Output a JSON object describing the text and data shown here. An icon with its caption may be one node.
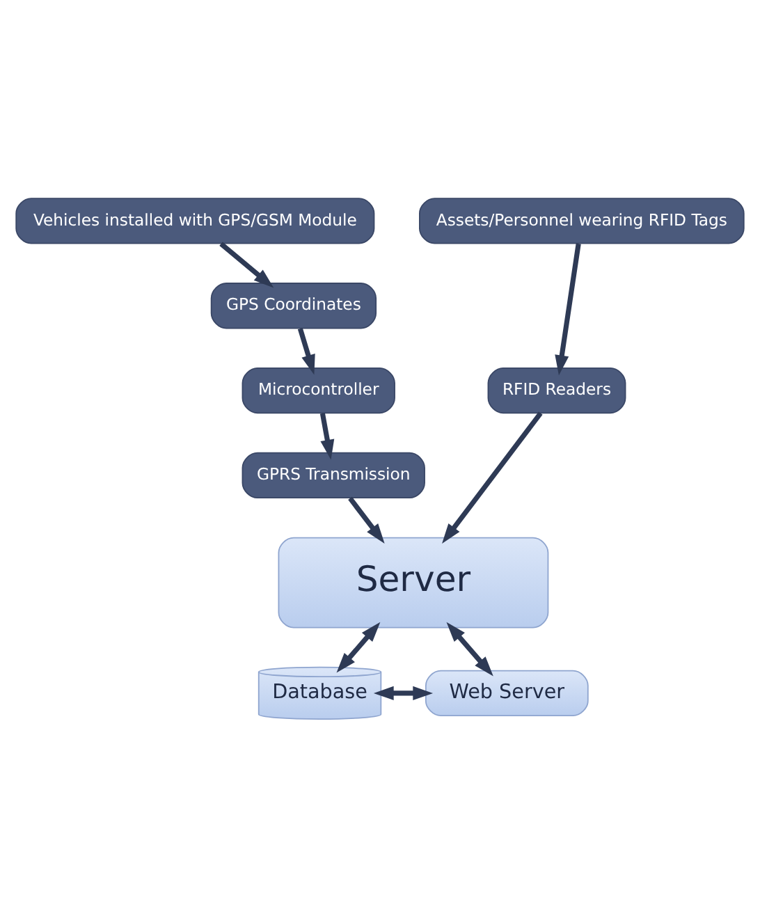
{
  "diagram": {
    "nodes": [
      {
        "text": [
          "Vehicles installed with GPS/GSM Module"
        ]
      },
      {
        "text": [
          "Assets/Personnel wearing RFID Tags"
        ]
      },
      {
        "text": [
          "GPS Coordinates"
        ]
      },
      {
        "text": [
          "RFID Readers"
        ]
      },
      {
        "text": [
          "Microcontroller"
        ]
      },
      {
        "text": [
          "GPRS Transmission"
        ]
      },
      {
        "text": [
          "Server"
        ]
      },
      {
        "text": [
          "Database"
        ]
      },
      {
        "text": [
          "Web Server"
        ]
      }
    ],
    "edges": [
      {
        "from": 0,
        "to": 2,
        "arrow": "to"
      },
      {
        "from": 2,
        "to": 4,
        "arrow": "to"
      },
      {
        "from": 4,
        "to": 5,
        "arrow": "to"
      },
      {
        "from": 1,
        "to": 3,
        "arrow": "to"
      },
      {
        "from": 3,
        "to": 6,
        "arrow": "to"
      },
      {
        "from": 5,
        "to": 6,
        "arrow": "to"
      },
      {
        "from": 6,
        "to": 7,
        "arrow": "both"
      },
      {
        "from": 6,
        "to": 8,
        "arrow": "both"
      },
      {
        "from": 7,
        "to": 8,
        "arrow": "both"
      }
    ]
  }
}
